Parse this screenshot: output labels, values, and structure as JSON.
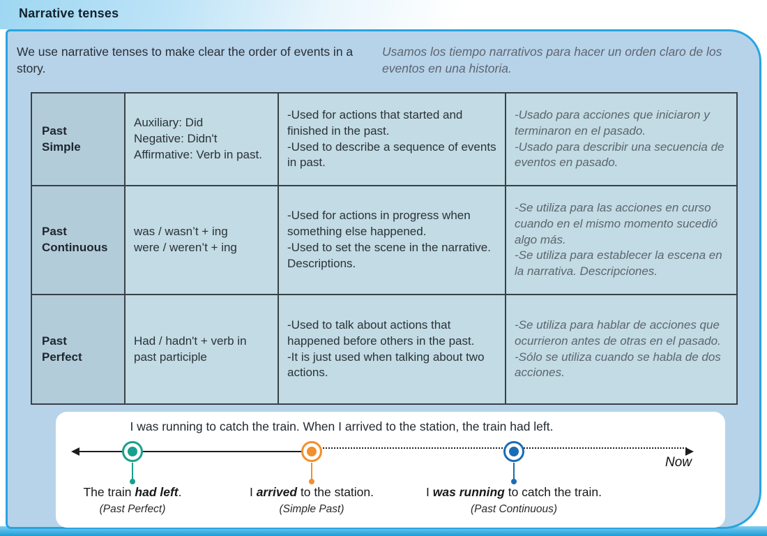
{
  "header": {
    "title": "Narrative tenses"
  },
  "intro": {
    "english": "We use narrative tenses to make clear the order of events in a story.",
    "spanish": "Usamos los tiempo narrativos para hacer un orden claro de los eventos en una historia."
  },
  "table": {
    "rows": [
      {
        "tense": "Past\nSimple",
        "form": "Auxiliary: Did\nNegative: Didn't\nAffirmative: Verb in past.",
        "use_en": "-Used for actions that started and finished in the past.\n-Used to describe a sequence of events in past.",
        "use_es": "-Usado para acciones que iniciaron y terminaron en el pasado.\n-Usado para describir una secuencia de eventos en pasado."
      },
      {
        "tense": "Past\nContinuous",
        "form": "was / wasn’t + ing\nwere / weren’t + ing",
        "use_en": "-Used for actions in progress when something else happened.\n-Used to set the scene in the narrative. Descriptions.",
        "use_es": "-Se utiliza para las acciones en curso cuando en el mismo momento sucedió algo más.\n-Se utiliza para establecer la escena en la narrativa. Descripciones."
      },
      {
        "tense": "Past\nPerfect",
        "form": "Had / hadn't + verb in past participle",
        "use_en": "-Used to talk about actions that happened before others in the past.\n-It is just used when talking about two actions.",
        "use_es": "-Se utiliza para hablar de acciones que ocurrieron antes de otras en el pasado.\n-Sólo se utiliza cuando se habla de dos acciones."
      }
    ]
  },
  "timeline": {
    "example_sentence": "I was running to catch the train. When I arrived to the station, the train had left.",
    "now_label": "Now",
    "events": [
      {
        "pre": "The train ",
        "verb": "had left",
        "post": ".",
        "tense": "(Past Perfect)",
        "color": "#18a08d"
      },
      {
        "pre": "I ",
        "verb": "arrived",
        "post": " to the station.",
        "tense": "(Simple Past)",
        "color": "#f0902e"
      },
      {
        "pre": "I ",
        "verb": "was running",
        "post": " to catch the train.",
        "tense": "(Past Continuous)",
        "color": "#1b6cb4"
      }
    ]
  },
  "colors": {
    "panel_border": "#29a4e0",
    "panel_bg": "#b7d3ea",
    "table_header_col_bg": "#b2ccda",
    "table_cell_bg": "#c2dbe4",
    "spanish_text": "#5d656e",
    "marker_teal": "#18a08d",
    "marker_orange": "#f0902e",
    "marker_blue": "#1b6cb4"
  }
}
